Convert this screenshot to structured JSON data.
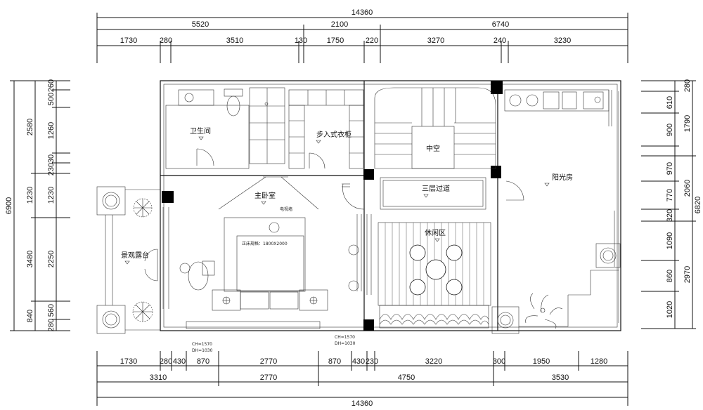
{
  "dims": {
    "top_total": "14360",
    "top_mid": [
      "5520",
      "2100",
      "6740"
    ],
    "top_detail": [
      "1730",
      "280",
      "3510",
      "130",
      "1750",
      "220",
      "3270",
      "240",
      "3230"
    ],
    "bottom_detail": [
      "1730",
      "280",
      "430",
      "870",
      "2770",
      "870",
      "430",
      "230",
      "3220",
      "300",
      "1950",
      "1280"
    ],
    "bottom_mid": [
      "3310",
      "2770",
      "4750",
      "3530"
    ],
    "bottom_total": "14360",
    "left_total": "6900",
    "left_mid": [
      "2580",
      "1230",
      "3480",
      "840"
    ],
    "left_detail": [
      "260",
      "500",
      "1260",
      "30",
      "230",
      "1230",
      "2250",
      "560",
      "280"
    ],
    "right_total": "6820",
    "right_mid": [
      "280",
      "1790",
      "2060",
      "2970"
    ],
    "right_detail": [
      "610",
      "900",
      "970",
      "770",
      "320",
      "1090",
      "860",
      "1020"
    ]
  },
  "rooms": {
    "bathroom": "卫生间",
    "walkin": "步入式衣柜",
    "bedroom": "主卧室",
    "hall": "中空",
    "corridor": "三层过道",
    "lounge": "休闲区",
    "sunroom": "阳光房",
    "terrace": "景观露台",
    "tv_wall": "电视墙"
  },
  "notes": {
    "ch_left": "CH=1570",
    "dh_left": "DH=1030",
    "ch_mid": "CH=1570",
    "dh_mid": "DH=1030",
    "bed_label": "正床规格：1800X2000"
  }
}
